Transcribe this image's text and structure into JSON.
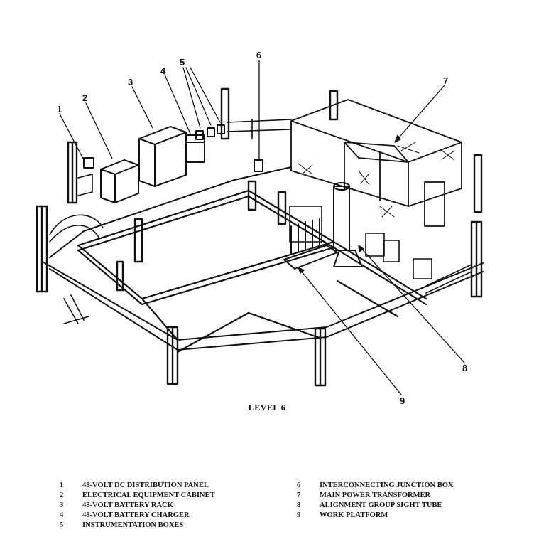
{
  "caption": "LEVEL 6",
  "callouts": [
    "1",
    "2",
    "3",
    "4",
    "5",
    "6",
    "7",
    "8",
    "9"
  ],
  "legend_left": [
    {
      "num": "1",
      "label": "48-VOLT DC DISTRIBUTION PANEL"
    },
    {
      "num": "2",
      "label": "ELECTRICAL EQUIPMENT CABINET"
    },
    {
      "num": "3",
      "label": "48-VOLT BATTERY RACK"
    },
    {
      "num": "4",
      "label": "48-VOLT BATTERY CHARGER"
    },
    {
      "num": "5",
      "label": "INSTRUMENTATION BOXES"
    }
  ],
  "legend_right": [
    {
      "num": "6",
      "label": "INTERCONNECTING JUNCTION BOX"
    },
    {
      "num": "7",
      "label": "MAIN POWER TRANSFORMER"
    },
    {
      "num": "8",
      "label": "ALIGNMENT GROUP SIGHT TUBE"
    },
    {
      "num": "9",
      "label": "WORK PLATFORM"
    }
  ]
}
